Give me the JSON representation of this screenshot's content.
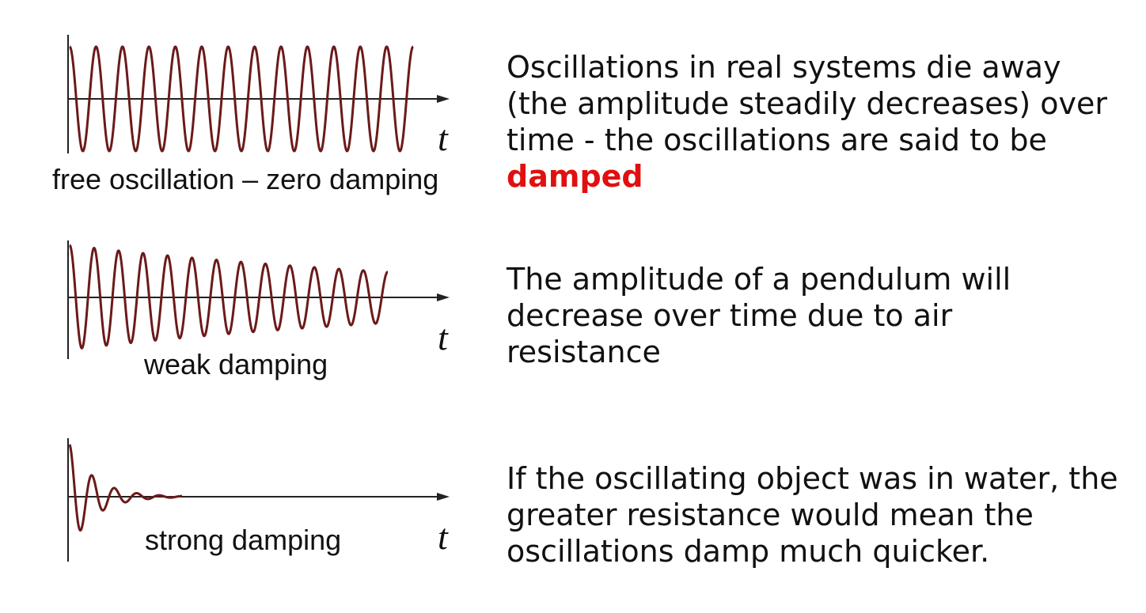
{
  "colors": {
    "wave": "#6b1a1a",
    "axis": "#222222",
    "highlight": "#e01010",
    "text": "#111111"
  },
  "diagrams": [
    {
      "label": "free oscillation – zero damping",
      "axis_label": "t",
      "cycles": 13,
      "decay": 0
    },
    {
      "label": "weak damping",
      "axis_label": "t",
      "cycles": 13,
      "decay": 0.055
    },
    {
      "label": "strong damping",
      "axis_label": "t",
      "cycles": 5,
      "decay": 0.9
    }
  ],
  "paragraphs": [
    {
      "text": "Oscillations in real systems die away (the amplitude steadily decreases) over time - the oscillations are said to be ",
      "highlight": "damped"
    },
    {
      "text": "The amplitude of a pendulum will decrease over time due to air resistance"
    },
    {
      "text": "If the oscillating object was in water, the greater resistance would mean the oscillations damp much quicker."
    }
  ]
}
